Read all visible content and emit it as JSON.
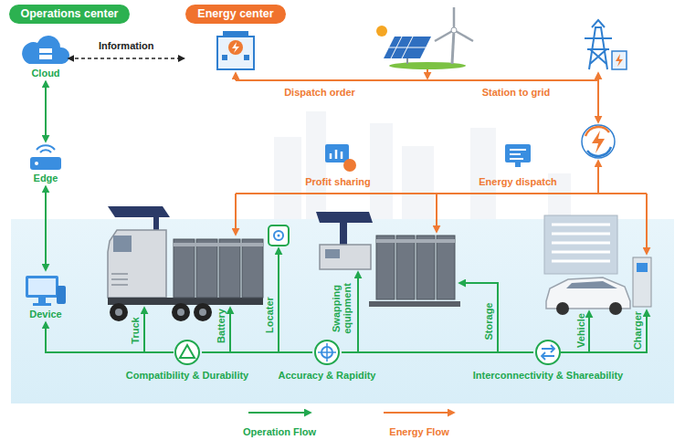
{
  "diagram": {
    "nodes": [
      {
        "text": [
          "Operations center"
        ]
      },
      {
        "text": [
          "Energy center"
        ]
      },
      {
        "text": [
          "Cloud"
        ]
      },
      {
        "text": [
          "Edge"
        ]
      },
      {
        "text": [
          "Device"
        ]
      },
      {
        "text": [
          "Compatibility & Durability"
        ]
      },
      {
        "text": [
          "Accuracy & Rapidity"
        ]
      },
      {
        "text": [
          "Interconnectivity & Shareability"
        ]
      }
    ],
    "edges": [
      {
        "from": 2,
        "to": 1,
        "label": "Information",
        "arrow": "both"
      },
      {
        "from": 2,
        "to": 3,
        "arrow": "both"
      },
      {
        "from": 3,
        "to": 4,
        "arrow": "both"
      },
      {
        "from": 5,
        "to": 4,
        "arrow": "to"
      },
      {
        "from": 6,
        "to": 5,
        "arrow": "none"
      },
      {
        "from": 7,
        "to": 6,
        "arrow": "none"
      }
    ],
    "labels": [
      "Dispatch order",
      "Station to grid",
      "Profit sharing",
      "Energy dispatch",
      "Truck",
      "Battery",
      "Locater",
      "Swapping equipment",
      "Storage",
      "Vehicle",
      "Charger"
    ],
    "legend": [
      {
        "text": "Operation Flow"
      },
      {
        "text": "Energy Flow"
      }
    ]
  }
}
